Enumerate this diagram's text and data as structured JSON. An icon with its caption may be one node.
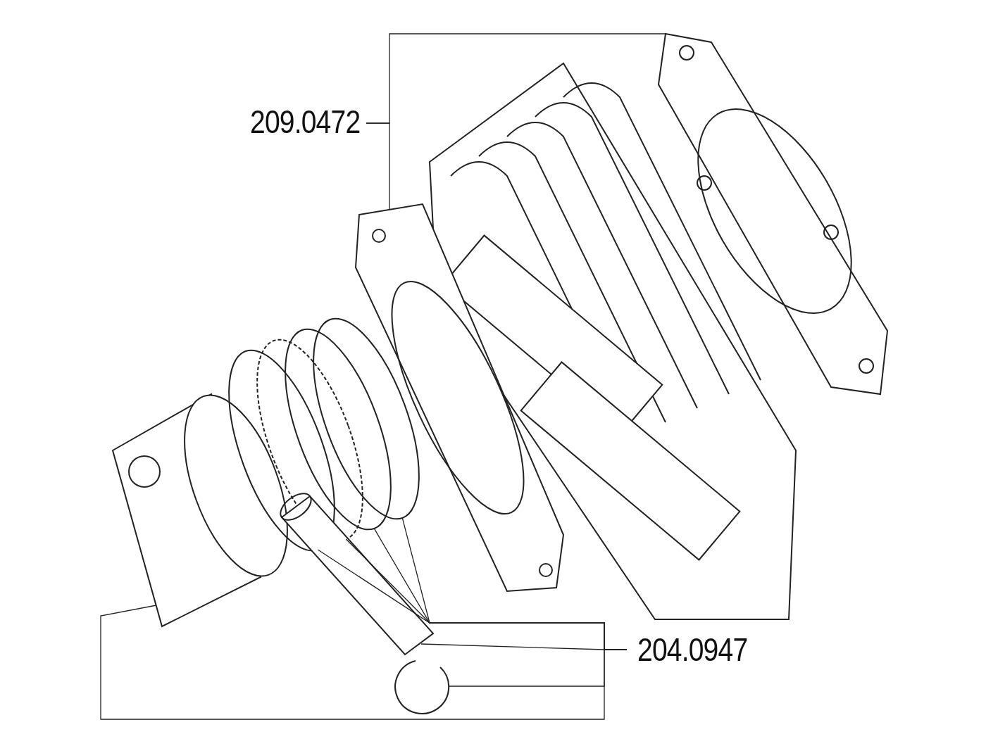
{
  "diagram": {
    "nodes": [
      {
        "text": [
          "209.0472"
        ]
      },
      {
        "text": [],
        "shape": "picture"
      },
      {
        "text": [],
        "shape": "picture"
      },
      {
        "text": [
          "204.0947"
        ]
      },
      {
        "text": [],
        "shape": "picture"
      },
      {
        "text": [],
        "shape": "circle"
      },
      {
        "text": [],
        "shape": "circle"
      },
      {
        "text": [],
        "shape": "circle"
      },
      {
        "text": [],
        "shape": "circle"
      },
      {
        "text": [],
        "shape": "picture"
      },
      {
        "text": [],
        "shape": "picture"
      }
    ],
    "edges": [
      {
        "from": 0,
        "to": 1,
        "arrow": "none"
      },
      {
        "from": 0,
        "to": 2,
        "arrow": "none"
      },
      {
        "from": 3,
        "to": 4,
        "arrow": "none"
      },
      {
        "from": 3,
        "to": 5,
        "arrow": "none"
      },
      {
        "from": 3,
        "to": 6,
        "arrow": "none"
      },
      {
        "from": 3,
        "to": 7,
        "arrow": "none"
      },
      {
        "from": 3,
        "to": 8,
        "arrow": "none"
      },
      {
        "from": 3,
        "to": 9,
        "arrow": "none"
      },
      {
        "from": 3,
        "to": 10,
        "arrow": "none"
      }
    ]
  }
}
